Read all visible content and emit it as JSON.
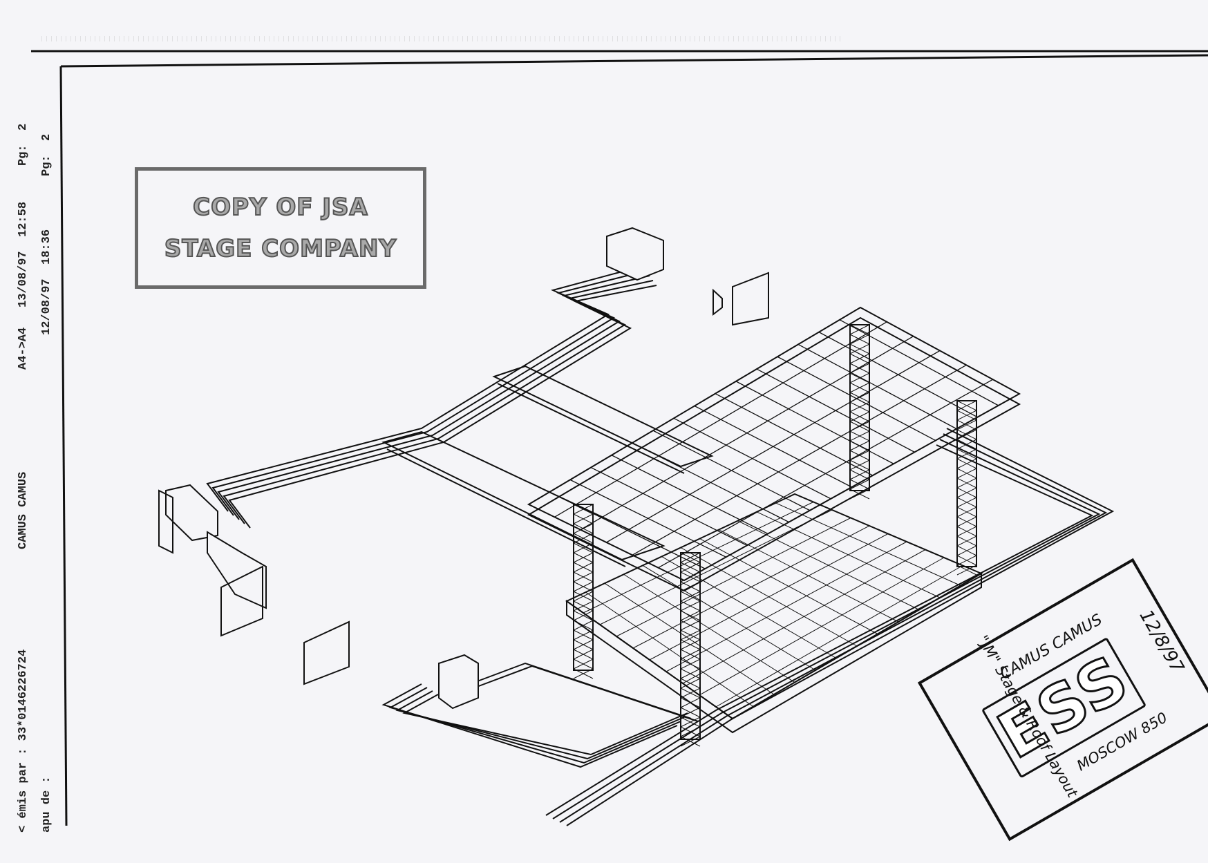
{
  "fax_header": {
    "line1": {
      "sender_label": "< émis par : 33*0146226724",
      "sender_name": "CAMUS CAMUS",
      "format": "A4->A4",
      "datetime": "13/08/97  12:58",
      "page": "Pg:  2"
    },
    "line2": {
      "received_label": "apu de :",
      "datetime": "12/08/97  18:36",
      "page": "Pg:  2"
    }
  },
  "copy_stamp": {
    "line1": "Copy of JSA",
    "line2": "Stage Company"
  },
  "ess_stamp": {
    "logo": "ESS",
    "top_text": "CAMUS CAMUS",
    "side_text": "\"JM\" Stage & Roof Layout",
    "bottom_text": "MOSCOW 850",
    "date": "12/8/97"
  },
  "colors": {
    "ink": "#111111",
    "paper": "#f5f5f8",
    "stamp_grey": "#6a6a6a"
  }
}
